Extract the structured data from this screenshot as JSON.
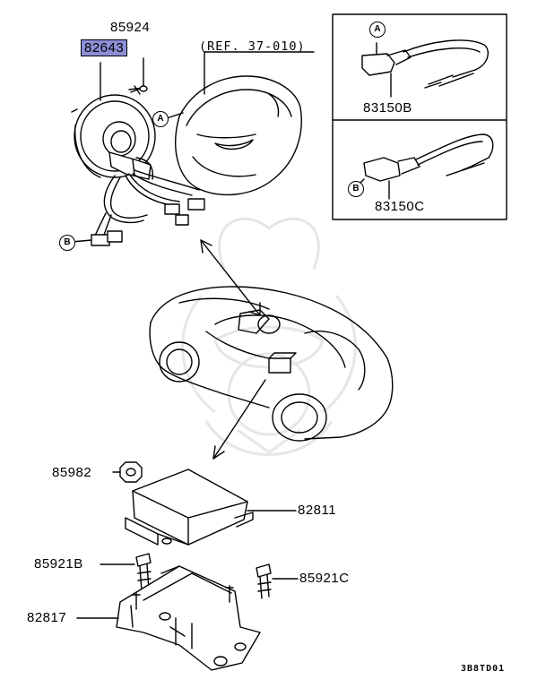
{
  "parts": {
    "p85924": "85924",
    "p82643": "82643",
    "ref": "(REF. 37-010)",
    "p83150b": "83150B",
    "p83150c": "83150C",
    "p85982": "85982",
    "p82811": "82811",
    "p85921b": "85921B",
    "p85921c": "85921C",
    "p82817": "82817"
  },
  "callouts": {
    "a": "A",
    "b": "B"
  },
  "diagram_code": "3B8TD01",
  "colors": {
    "highlight": "#8c8fd6",
    "line": "#000000",
    "watermark": "#e3e3e3"
  }
}
